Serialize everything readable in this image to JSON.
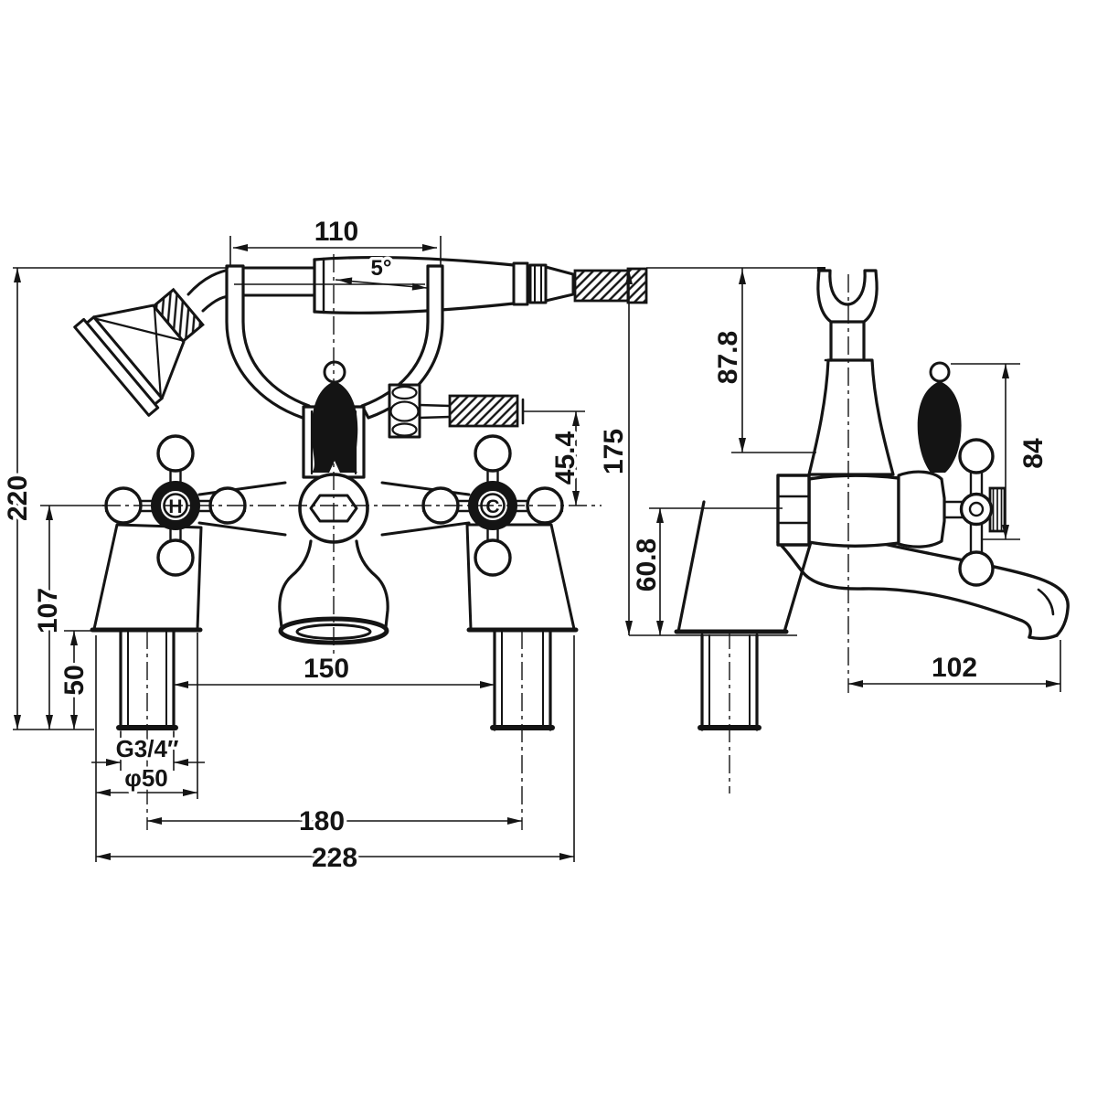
{
  "drawing": {
    "background_color": "#ffffff",
    "line_color": "#141414"
  },
  "front_view": {
    "dimensions": {
      "handset_length": "110",
      "handset_angle": "5°",
      "hose_outlet_drop": "45.4",
      "overall_height": "220",
      "base_to_handle_centre": "107",
      "shank_length": "50",
      "inlet_inner_spacing": "150",
      "shank_thread": "G3/4″",
      "flange_diameter": "φ50",
      "tap_hole_centres": "180",
      "overall_width": "228"
    },
    "handles": {
      "hot": "H",
      "cold": "C"
    }
  },
  "side_view": {
    "dimensions": {
      "overall_height": "175",
      "cradle_top_drop": "87.8",
      "lever_to_spout": "84",
      "centre_to_base": "60.8",
      "spout_reach": "102"
    }
  }
}
